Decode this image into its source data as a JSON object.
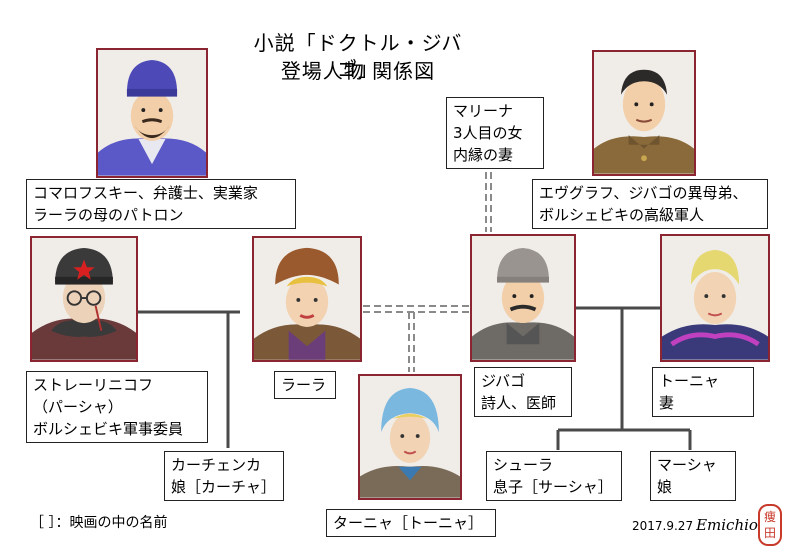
{
  "title": {
    "line1": "小説「ドクトル・ジバゴ」",
    "line2": "登場人物 関係図"
  },
  "characters": {
    "komarovsky": {
      "lines": [
        "コマロフスキー、弁護士、実業家",
        "ラーラの母のパトロン"
      ]
    },
    "marina": {
      "lines": [
        "マリーナ",
        "3人目の女",
        "内縁の妻"
      ]
    },
    "yevgraf": {
      "lines": [
        "エヴグラフ、ジバゴの異母弟、",
        "ボルシェビキの高級軍人"
      ]
    },
    "strelnikov": {
      "lines": [
        "ストレーリニコフ",
        "（パーシャ）",
        "ボルシェビキ軍事委員"
      ]
    },
    "lara": {
      "lines": [
        "ラーラ"
      ]
    },
    "zhivago": {
      "lines": [
        "ジバゴ",
        "詩人、医師"
      ]
    },
    "tonya": {
      "lines": [
        "トーニャ",
        "妻"
      ]
    },
    "katenka": {
      "lines": [
        "カーチェンカ",
        "娘［カーチャ］"
      ]
    },
    "tanya": {
      "lines": [
        "ターニャ［トーニャ］"
      ]
    },
    "sasha": {
      "lines": [
        "シューラ",
        "息子［サーシャ］"
      ]
    },
    "masha": {
      "lines": [
        "マーシャ",
        "娘"
      ]
    }
  },
  "note": "［ ］：映画の中の名前",
  "footer": {
    "date": "2017.9.27",
    "signature": "Emichio",
    "seal": "痩田"
  },
  "colors": {
    "frame": "#8b2532",
    "solid_line": "#4a4a4a",
    "dashed_line": "#8a8a8a"
  }
}
